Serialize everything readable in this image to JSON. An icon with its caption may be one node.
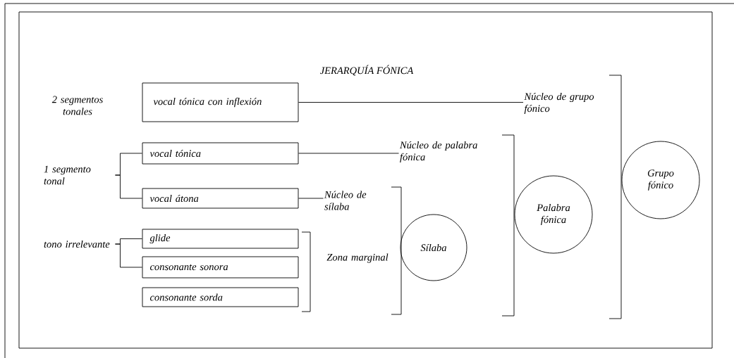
{
  "diagram": {
    "title": "JERARQUÍA FÓNICA",
    "nodes": [
      {
        "text": [
          "vocal tónica con inflexión"
        ]
      },
      {
        "text": [
          "Núcleo de grupo fónico"
        ]
      },
      {
        "text": [
          "Grupo fónico"
        ]
      },
      {
        "text": [
          "1 segmento tonal"
        ]
      },
      {
        "text": [
          "vocal tónica"
        ]
      },
      {
        "text": [
          "Núcleo de palabra fónica"
        ]
      },
      {
        "text": [
          "Palabra fónica"
        ]
      },
      {
        "text": [
          "vocal átona"
        ]
      },
      {
        "text": [
          "Núcleo de sílaba"
        ]
      },
      {
        "text": [
          "Sílaba"
        ]
      },
      {
        "text": [
          "tono irrelevante"
        ]
      },
      {
        "text": [
          "glide"
        ]
      },
      {
        "text": [
          "consonante sonora"
        ]
      },
      {
        "text": [
          "consonante sorda"
        ]
      }
    ],
    "edges": [
      {
        "from": 0,
        "to": 1,
        "arrow": "none"
      },
      {
        "from": 3,
        "to": 4,
        "arrow": "none"
      },
      {
        "from": 3,
        "to": 7,
        "arrow": "none"
      },
      {
        "from": 4,
        "to": 5,
        "arrow": "none"
      },
      {
        "from": 7,
        "to": 8,
        "arrow": "none"
      },
      {
        "from": 10,
        "to": 11,
        "arrow": "none"
      },
      {
        "from": 10,
        "to": 12,
        "arrow": "none"
      }
    ],
    "labels": [
      "2 segmentos tonales",
      "Zona marginal"
    ]
  }
}
